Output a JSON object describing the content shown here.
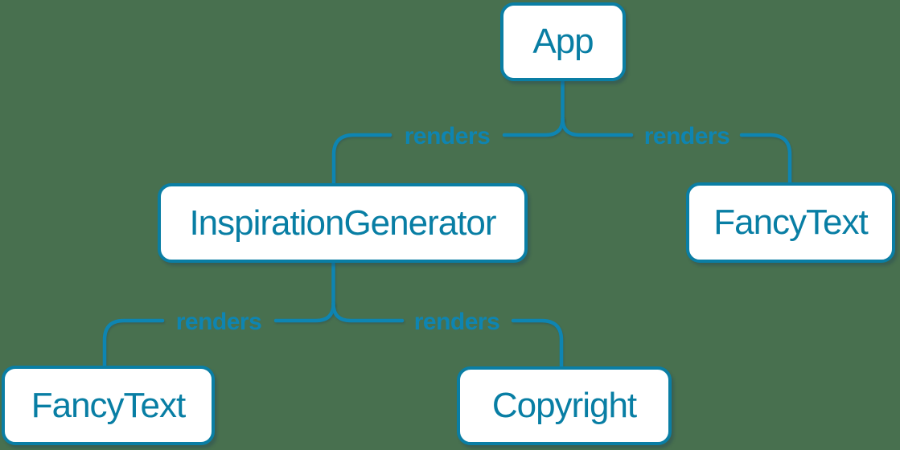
{
  "diagram": {
    "title": "react-render-tree",
    "background_color": "#48704F",
    "palette": {
      "node_fill": "#FFFFFF",
      "node_border": "#0A7EA4",
      "node_text": "#087EA4",
      "edge_line": "#0E85B2",
      "edge_label_text": "#0E85B2"
    },
    "nodes": [
      {
        "id": "app",
        "label": "App"
      },
      {
        "id": "inspiration-generator",
        "label": "InspirationGenerator"
      },
      {
        "id": "fancy-text-right",
        "label": "FancyText"
      },
      {
        "id": "fancy-text-left",
        "label": "FancyText"
      },
      {
        "id": "copyright",
        "label": "Copyright"
      }
    ],
    "edges": [
      {
        "from": "App",
        "to": "InspirationGenerator",
        "label": "renders"
      },
      {
        "from": "App",
        "to": "FancyText",
        "label": "renders"
      },
      {
        "from": "InspirationGenerator",
        "to": "FancyText",
        "label": "renders"
      },
      {
        "from": "InspirationGenerator",
        "to": "Copyright",
        "label": "renders"
      }
    ]
  }
}
